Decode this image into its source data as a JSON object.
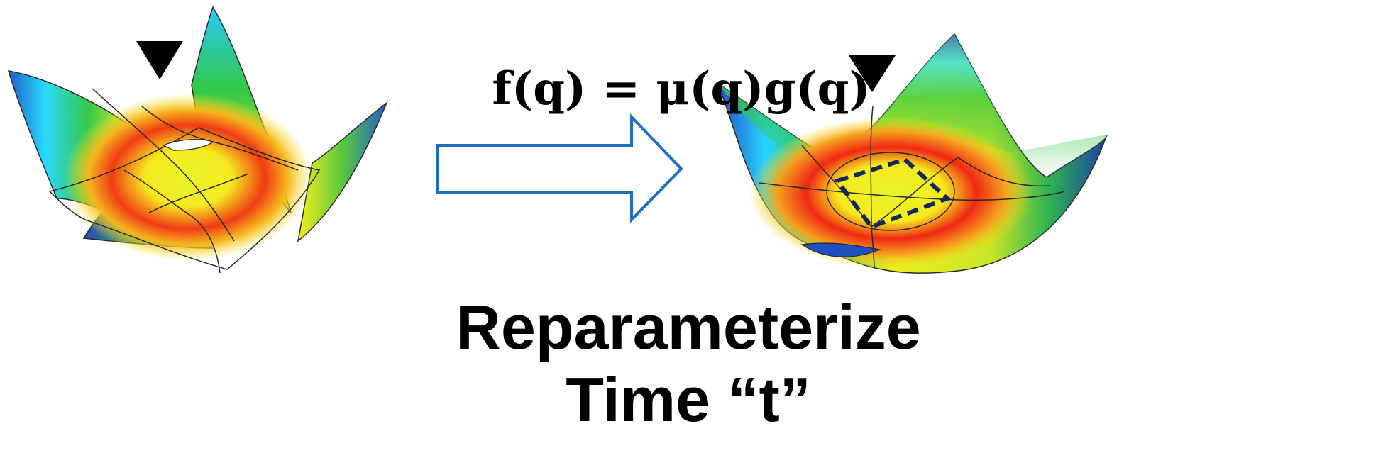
{
  "equation": "f(q) = μ(q)g(q)",
  "caption": {
    "line1": "Reparameterize",
    "line2": "Time “t”"
  },
  "colors": {
    "arrow_stroke": "#1f6fbf",
    "arrow_fill": "#ffffff",
    "marker": "#000000",
    "cycle_dashed": "#14285a",
    "surface_blue": "#1f5fc8",
    "surface_cyan": "#28e0ff",
    "surface_green": "#1fb84a",
    "surface_yellow": "#f5f01e",
    "surface_red": "#f02814"
  },
  "icons": {
    "marker_left": "down-triangle-icon",
    "marker_right": "down-triangle-icon",
    "transform_arrow": "right-arrow-icon"
  }
}
